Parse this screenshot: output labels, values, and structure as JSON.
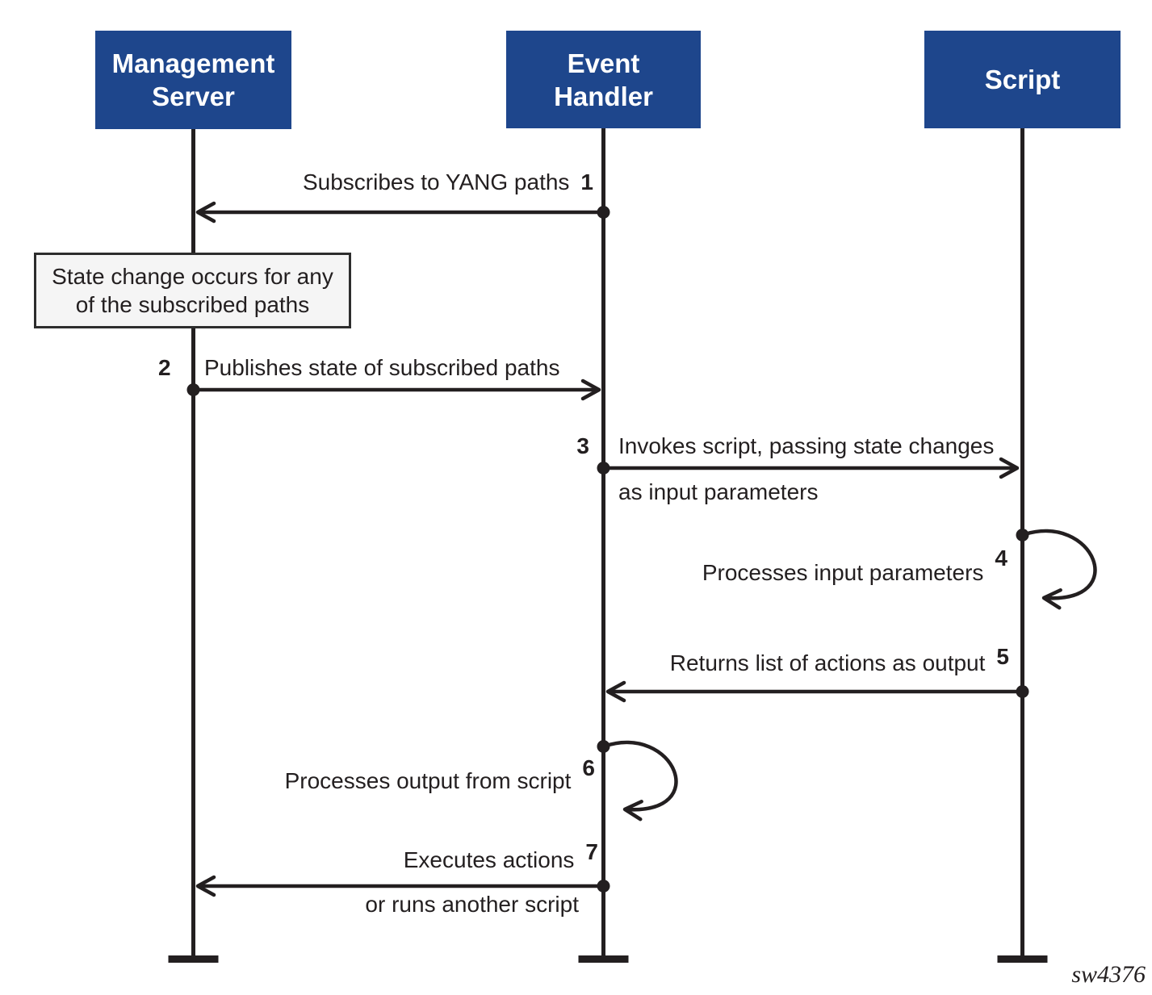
{
  "diagram": {
    "actors": [
      {
        "lines": [
          "Management",
          "Server"
        ]
      },
      {
        "lines": [
          "Event",
          "Handler"
        ]
      },
      {
        "lines": [
          "Script",
          ""
        ]
      }
    ],
    "note": {
      "lines": [
        "State change occurs for any",
        "of the subscribed paths"
      ]
    },
    "messages": [
      {
        "num": "1",
        "text": "Subscribes to YANG paths"
      },
      {
        "num": "2",
        "text": "Publishes state of subscribed paths"
      },
      {
        "num": "3",
        "text": "Invokes script, passing state changes",
        "text2": "as input parameters"
      },
      {
        "num": "4",
        "text": "Processes input parameters"
      },
      {
        "num": "5",
        "text": "Returns list of actions as output"
      },
      {
        "num": "6",
        "text": "Processes output from script"
      },
      {
        "num": "7",
        "text": "Executes actions",
        "text2": "or runs another script"
      }
    ],
    "watermark": "sw4376",
    "colors": {
      "actor_fill": "#1e468c",
      "actor_text": "#ffffff",
      "line": "#231f20",
      "note_fill": "#f5f5f5",
      "note_border": "#2d2d2d"
    }
  }
}
